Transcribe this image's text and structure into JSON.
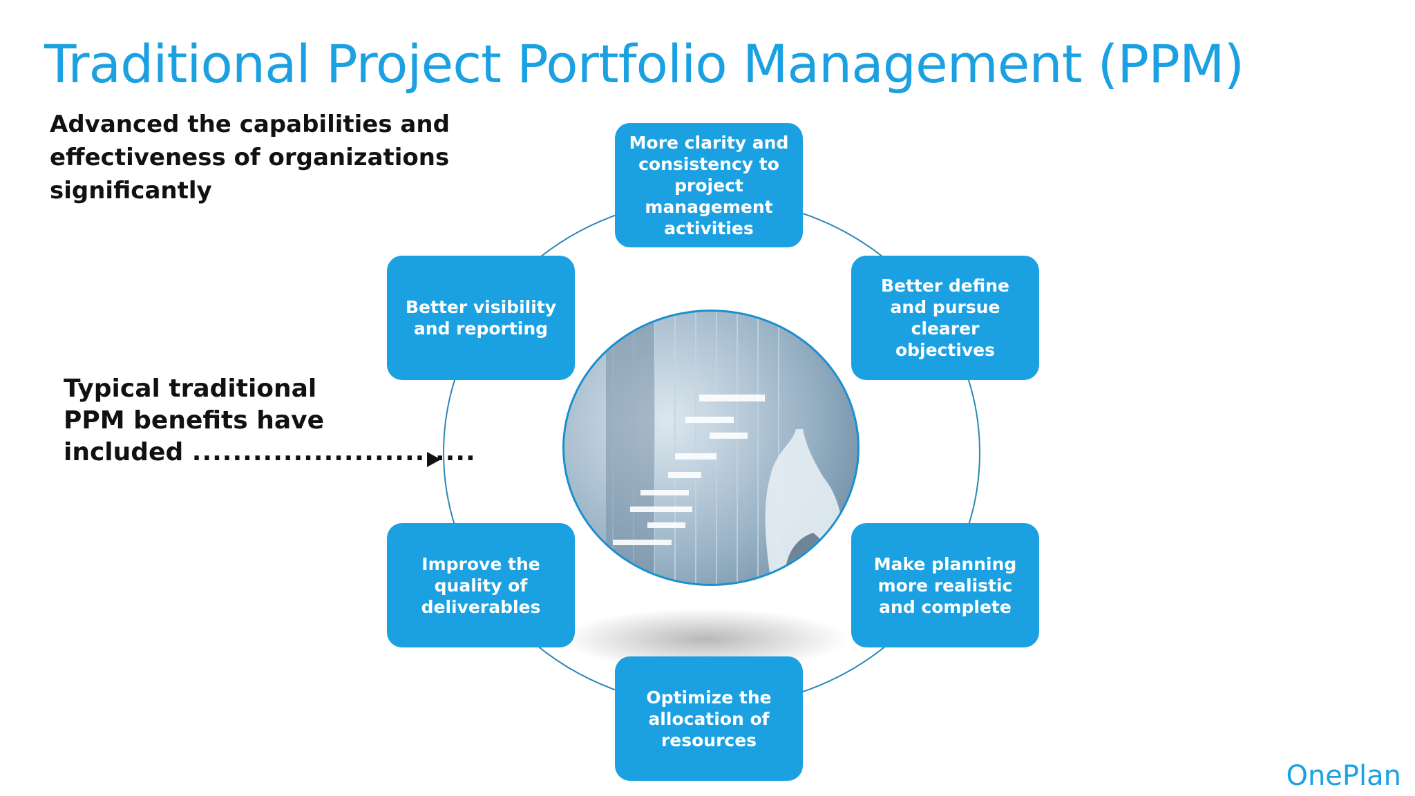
{
  "title": "Traditional Project Portfolio Management (PPM)",
  "subtitle": "Advanced the capabilities and effectiveness of organizations significantly",
  "side_text": {
    "line1": "Typical traditional",
    "line2": "PPM benefits have",
    "line3": "included",
    "dots": "............................"
  },
  "benefits": [
    "More  clarity and consistency to project management activities",
    "Better define and pursue clearer objectives",
    "Make planning more realistic and complete",
    "Optimize the allocation of resources",
    "Improve the quality of deliverables",
    "Better visibility and reporting"
  ],
  "colors": {
    "accent": "#1ba1e2",
    "ring": "#2a87b8",
    "text": "#111111"
  },
  "logo": "OnePlan"
}
